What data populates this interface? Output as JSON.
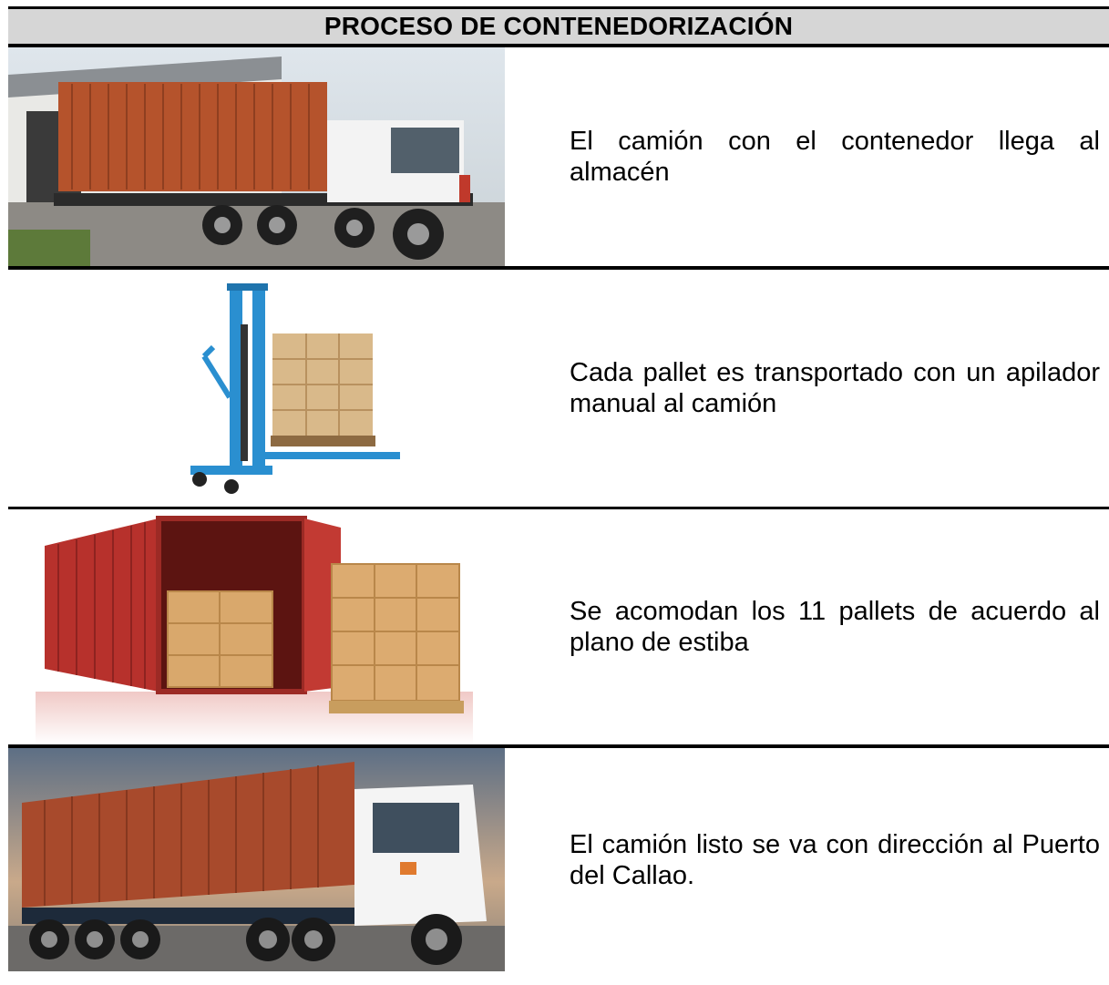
{
  "title": "PROCESO DE CONTENEDORIZACIÓN",
  "steps": [
    {
      "text": "El camión con el contenedor llega al almacén",
      "image": "truck-at-warehouse-photo"
    },
    {
      "text": "Cada pallet es transportado con un apilador manual al camión",
      "image": "manual-stacker-photo"
    },
    {
      "text": "Se acomodan los 11 pallets de acuerdo al plano de estiba",
      "image": "container-with-pallets-photo"
    },
    {
      "text": "El camión listo se va con dirección al Puerto del Callao.",
      "image": "truck-departing-photo"
    }
  ],
  "colors": {
    "container": "#b5532c",
    "container_red": "#b7312c",
    "stacker_blue": "#2a8fd0",
    "box": "#d9a86c",
    "header_bg": "#d6d6d6"
  }
}
